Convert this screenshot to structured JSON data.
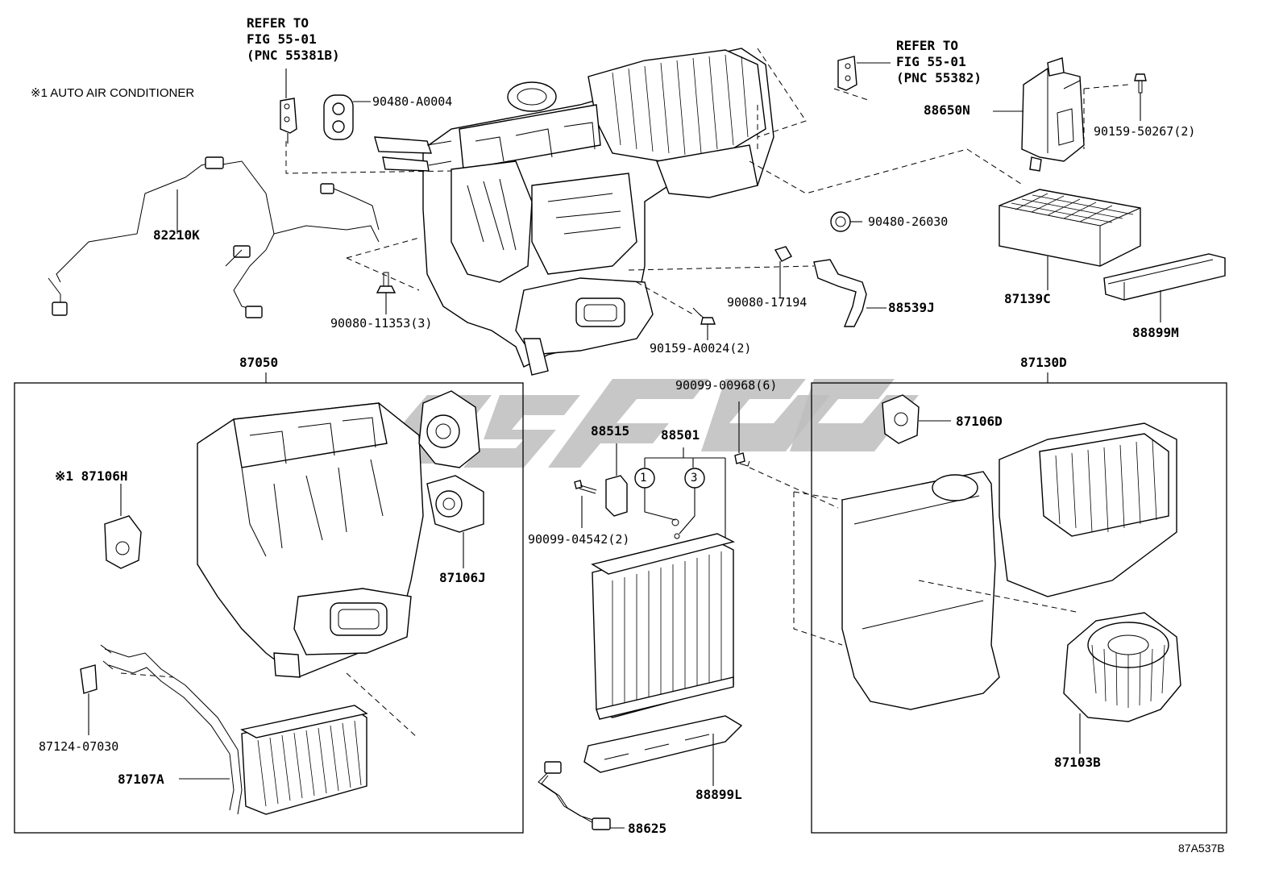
{
  "note": "※1 AUTO AIR CONDITIONER",
  "refs": {
    "left": [
      "REFER TO",
      "FIG 55-01",
      "(PNC 55381B)"
    ],
    "right": [
      "REFER TO",
      "FIG 55-01",
      "(PNC 55382)"
    ]
  },
  "parts": {
    "p90480A0004": "90480-A0004",
    "p82210K": "82210K",
    "p90080_11353": "90080-11353(3)",
    "p90159A0024": "90159-A0024(2)",
    "p90080_17194": "90080-17194",
    "p88539J": "88539J",
    "p90480_26030": "90480-26030",
    "p88650N": "88650N",
    "p90159_50267": "90159-50267(2)",
    "p87139C": "87139C",
    "p88899M": "88899M",
    "p87050": "87050",
    "p87106H": "※1 87106H",
    "p87106J": "87106J",
    "p87124": "87124-07030",
    "p87107A": "87107A",
    "p90099_00968": "90099-00968(6)",
    "p88515": "88515",
    "p88501": "88501",
    "p90099_04542": "90099-04542(2)",
    "p88899L": "88899L",
    "p88625": "88625",
    "p87130D": "87130D",
    "p87106D": "87106D",
    "p87103B": "87103B"
  },
  "callouts": {
    "c1": "1",
    "c3": "3"
  },
  "diagram_code": "87A537B",
  "colors": {
    "line": "#000000",
    "watermark": "#bdbdbd"
  }
}
